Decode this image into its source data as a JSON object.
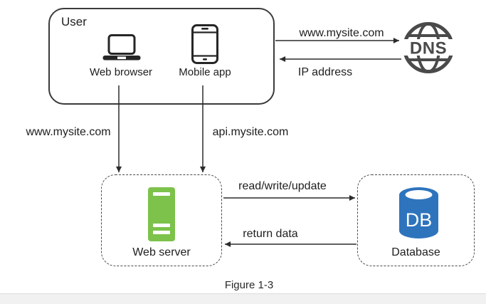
{
  "figure_caption": "Figure 1-3",
  "colors": {
    "server_green": "#7cc24b",
    "db_blue": "#2e74bd",
    "dns_gray": "#4a4a4a",
    "line_dark": "#2b2b2b"
  },
  "user_group": {
    "title": "User",
    "devices": [
      {
        "label": "Web browser",
        "icon": "laptop-icon"
      },
      {
        "label": "Mobile app",
        "icon": "smartphone-icon"
      }
    ]
  },
  "dns": {
    "label": "DNS",
    "icon": "globe-icon"
  },
  "web_server": {
    "label": "Web server",
    "icon": "server-icon"
  },
  "database": {
    "label": "Database",
    "abbr": "DB",
    "icon": "database-cylinder-icon"
  },
  "edges": {
    "user_to_dns": {
      "label": "www.mysite.com"
    },
    "dns_to_user": {
      "label": "IP address"
    },
    "browser_to_server": {
      "label": "www.mysite.com"
    },
    "mobile_to_server": {
      "label": "api.mysite.com"
    },
    "server_to_db": {
      "label": "read/write/update"
    },
    "db_to_server": {
      "label": "return data"
    }
  }
}
